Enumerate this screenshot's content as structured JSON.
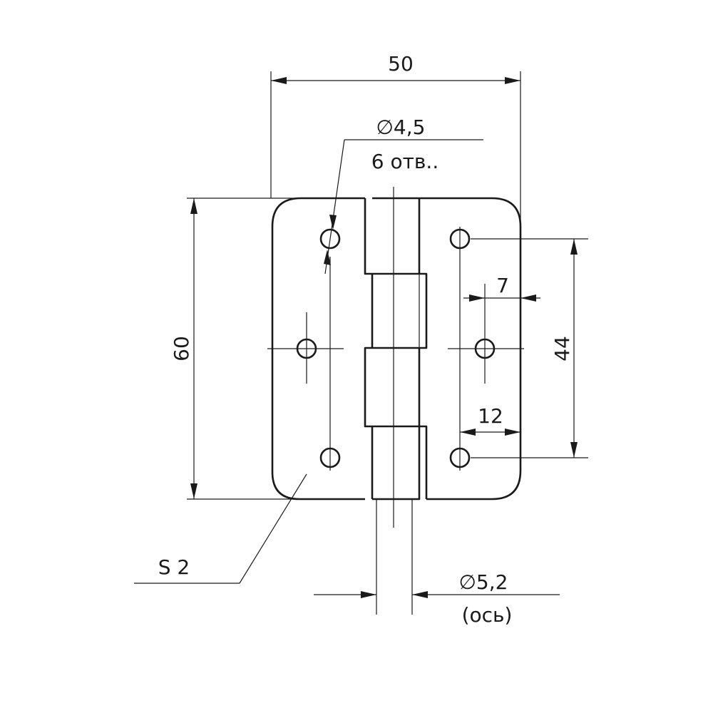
{
  "drawing": {
    "dimensions": {
      "width": "50",
      "height": "60",
      "hole_spacing": "44",
      "edge_offset_7": "7",
      "edge_offset_12": "12"
    },
    "holes_callout": {
      "diameter": "∅4,5",
      "count": "6 отв.."
    },
    "axle_callout": {
      "diameter": "∅5,2",
      "note": "(ось)"
    },
    "thickness": "S 2"
  }
}
